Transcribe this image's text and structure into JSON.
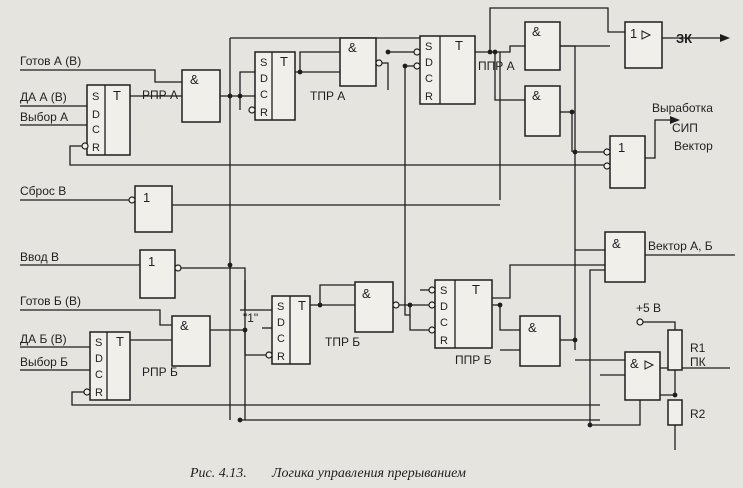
{
  "inputs": {
    "gotov_a": "Готов А (В)",
    "da_a": "ДА А (В)",
    "vybor_a": "Выбор А",
    "sbros": "Сброс В",
    "vvod": "Ввод В",
    "gotov_b": "Готов Б (В)",
    "da_b": "ДА Б (В)",
    "vybor_b": "Выбор Б"
  },
  "outputs": {
    "zk": "ЗК",
    "vyrabotka": "Выработка",
    "sip": "СИП",
    "vektor": "Вектор",
    "vektor_ab": "Вектор А, Б",
    "pk": "ПК",
    "plus5": "+5 В"
  },
  "blocks": {
    "rpr_a": "РПР А",
    "tpr_a": "ТПР А",
    "ppr_a": "ППР А",
    "rpr_b": "РПР Б",
    "tpr_b": "ТПР Б",
    "ppr_b": "ППР Б"
  },
  "resistors": {
    "r1": "R1",
    "r2": "R2"
  },
  "gate_symbols": {
    "and": "&",
    "or": "1",
    "trigger": "T"
  },
  "pins": {
    "s": "S",
    "d": "D",
    "c": "C",
    "r": "R"
  },
  "forced_one": "\"1\"",
  "caption": {
    "prefix": "Рис. 4.13.",
    "text": "Логика управления прерыванием"
  }
}
